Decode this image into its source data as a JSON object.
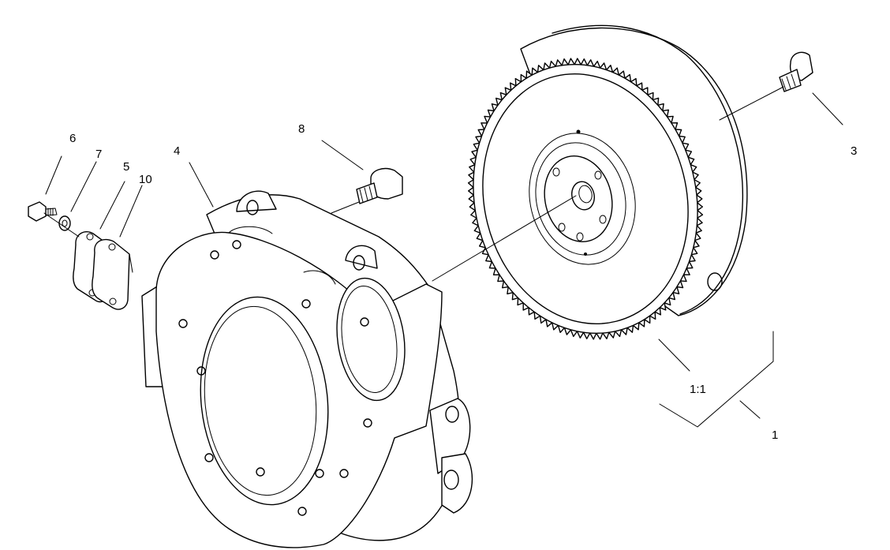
{
  "labels": {
    "p1": "1",
    "p1_1": "1:1",
    "p3": "3",
    "p4": "4",
    "p5": "5",
    "p6": "6",
    "p7": "7",
    "p8": "8",
    "p10": "10"
  }
}
